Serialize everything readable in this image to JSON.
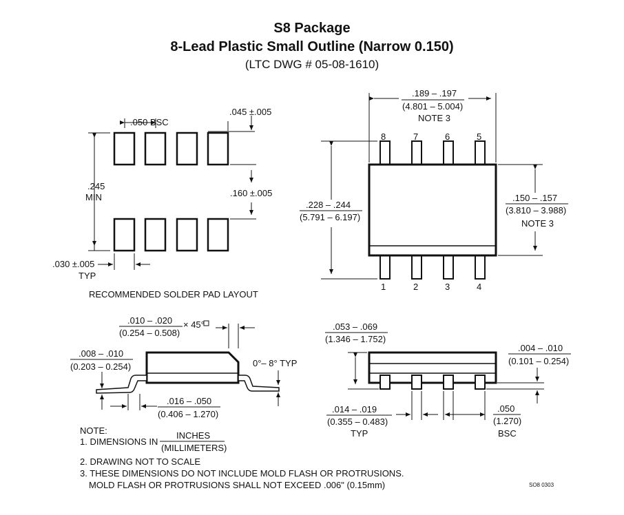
{
  "title": "S8 Package",
  "subtitle": "8-Lead Plastic Small Outline (Narrow 0.150)",
  "drawing_number": "(LTC DWG # 05-08-1610)",
  "pad_layout": {
    "pitch": ".050 BSC",
    "pad_width": ".045 ±.005",
    "span_label_1": ".245",
    "span_label_2": "MIN",
    "pad_gap": ".160 ±.005",
    "pad_length": ".030 ±.005",
    "pad_length_typ": "TYP",
    "caption": "RECOMMENDED SOLDER PAD LAYOUT"
  },
  "top_view": {
    "length_in": ".189 – .197",
    "length_mm": "(4.801 – 5.004)",
    "length_note": "NOTE 3",
    "width_total_in": ".228 – .244",
    "width_total_mm": "(5.791 – 6.197)",
    "body_width_in": ".150 – .157",
    "body_width_mm": "(3.810 – 3.988)",
    "body_width_note": "NOTE 3",
    "pins_top": [
      "8",
      "7",
      "6",
      "5"
    ],
    "pins_bottom": [
      "1",
      "2",
      "3",
      "4"
    ]
  },
  "side_view": {
    "chamfer_in": ".010 – .020",
    "chamfer_mm": "(0.254 – 0.508)",
    "chamfer_angle": "× 45°",
    "lead_thick_in": ".008 – .010",
    "lead_thick_mm": "(0.203 – 0.254)",
    "angle": "0°– 8° TYP",
    "foot_in": ".016 – .050",
    "foot_mm": "(0.406 – 1.270)"
  },
  "end_view": {
    "height_in": ".053 – .069",
    "height_mm": "(1.346 – 1.752)",
    "standoff_in": ".004 – .010",
    "standoff_mm": "(0.101 – 0.254)",
    "lead_w_in": ".014 – .019",
    "lead_w_mm": "(0.355 – 0.483)",
    "lead_w_typ": "TYP",
    "pitch_in": ".050",
    "pitch_mm": "(1.270)",
    "pitch_bsc": "BSC"
  },
  "notes": {
    "header": "NOTE:",
    "n1": "1. DIMENSIONS IN",
    "n1_num": "INCHES",
    "n1_den": "(MILLIMETERS)",
    "n2": "2. DRAWING NOT TO SCALE",
    "n3a": "3. THESE DIMENSIONS DO NOT INCLUDE MOLD FLASH OR PROTRUSIONS.",
    "n3b": "MOLD FLASH OR PROTRUSIONS SHALL NOT EXCEED .006\" (0.15mm)"
  },
  "doc_code": "SO8 0303"
}
